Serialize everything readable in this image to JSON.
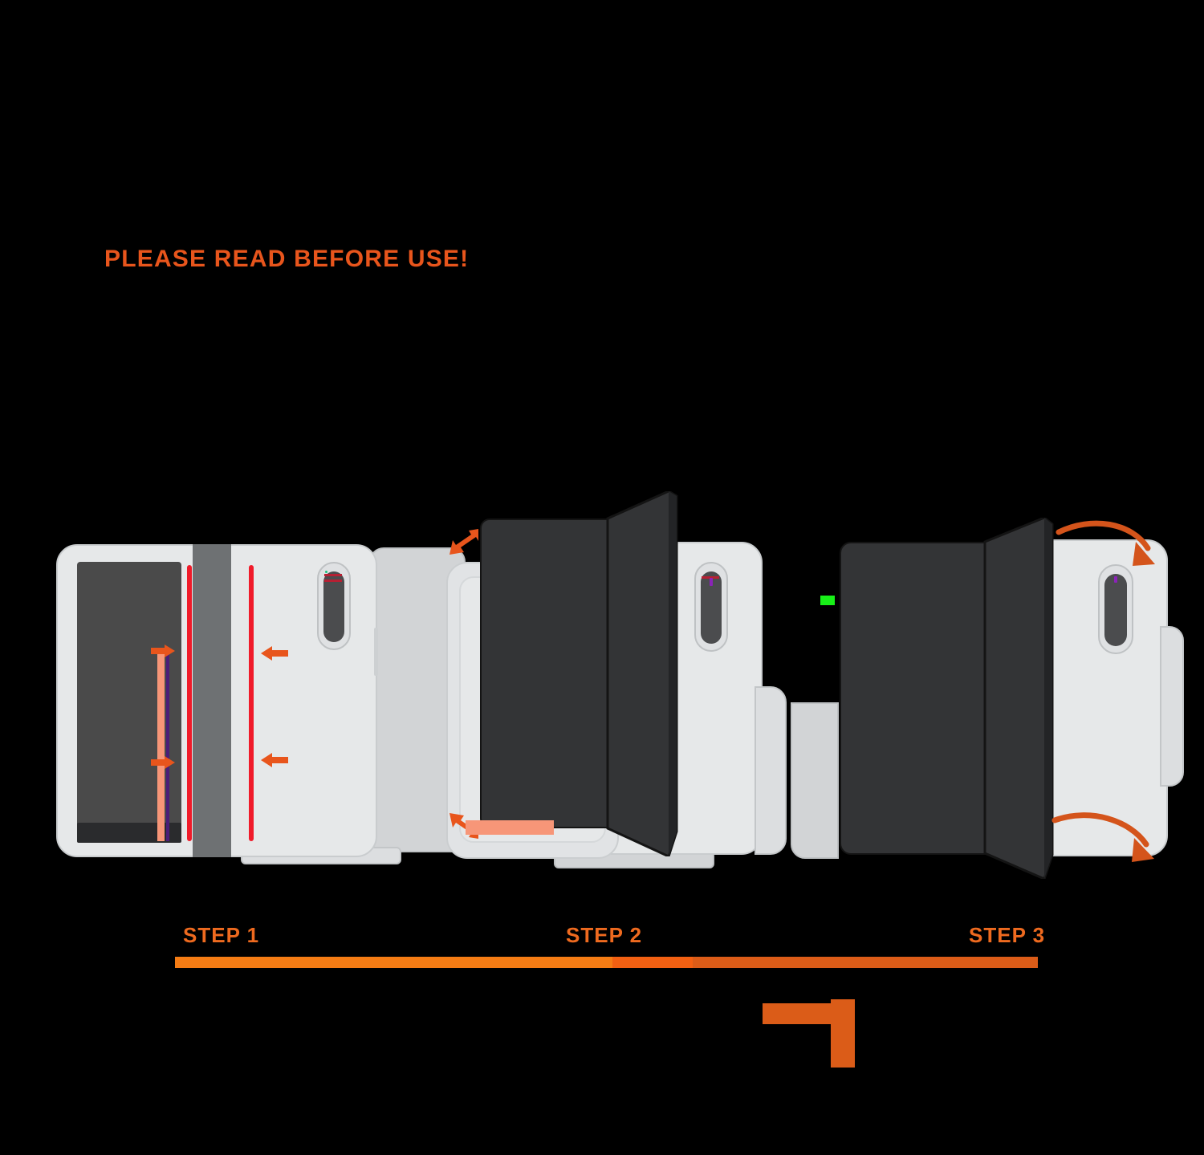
{
  "document": {
    "background_color": "#000000",
    "accent_color": "#E8551C",
    "heading_color": "#EE6A1F",
    "guide_line_color": "#F01B2A",
    "arrow_color": "#E8551C",
    "device_body_color": "#E6E8E9",
    "device_screen_color": "#333436",
    "hinge_color": "#6E7173"
  },
  "header": {
    "title": "PLEASE READ BEFORE USE!",
    "subtitle": ""
  },
  "steps": [
    {
      "id": "step-1",
      "label": "STEP 1",
      "body": "",
      "illustration": "unfolded-foldable-phone-with-red-alignment-guides-and-inward-arrows",
      "markers": {
        "guide_lines": 2,
        "inward_arrows": 2,
        "outward_arrows": 2
      }
    },
    {
      "id": "step-2",
      "label": "STEP 2",
      "body": "",
      "illustration": "phone-with-protector-flap-lifting-and-diagonal-peel-arrows",
      "markers": {
        "diagonal_arrows": 2
      }
    },
    {
      "id": "step-3",
      "label": "STEP 3",
      "body": "",
      "illustration": "phone-closing-with-curved-sweep-arrows",
      "markers": {
        "curved_arrows": 2
      }
    }
  ],
  "footnote": ""
}
